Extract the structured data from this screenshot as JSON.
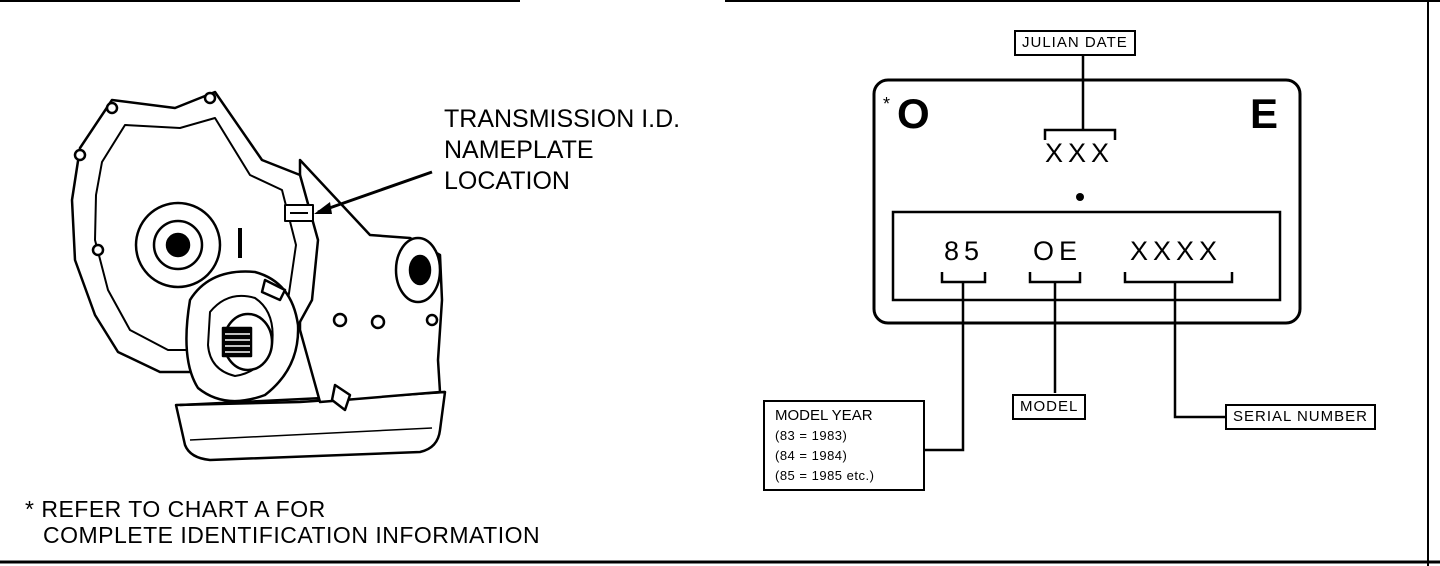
{
  "callout": {
    "line1": "TRANSMISSION I.D.",
    "line2": "NAMEPLATE",
    "line3": "LOCATION"
  },
  "footnote": {
    "line1": "* REFER TO CHART A FOR",
    "line2": "COMPLETE IDENTIFICATION INFORMATION"
  },
  "nameplate": {
    "asterisk": "*",
    "left_letter": "O",
    "right_letter": "E",
    "julian_code": "XXX",
    "year_code": "85",
    "model_code": "OE",
    "serial_code": "XXXX"
  },
  "labels": {
    "julian_date": "JULIAN DATE",
    "model": "MODEL",
    "serial_number": "SERIAL NUMBER"
  },
  "model_year_legend": {
    "title": "MODEL YEAR",
    "lines": [
      "(83  =  1983)",
      "(84  =  1984)",
      "(85  =  1985 etc.)"
    ]
  }
}
